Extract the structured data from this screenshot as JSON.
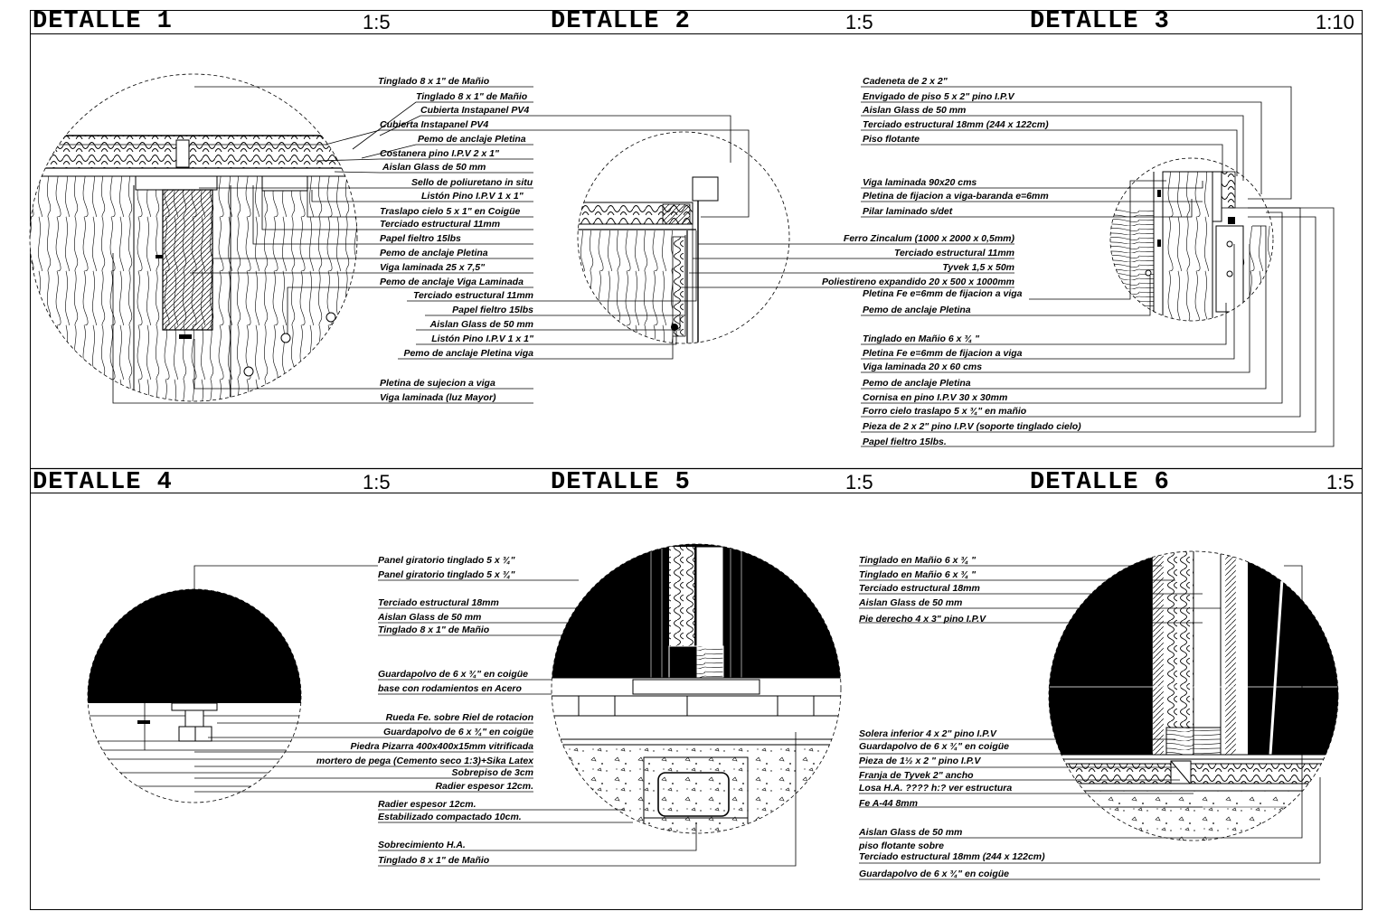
{
  "details": [
    {
      "title": "DETALLE 1",
      "scale": "1:5",
      "labels": [
        "Tinglado  8 x 1\" de Mañio",
        "Tinglado  8 x 1\" de Mañio",
        "Cubierta Instapanel PV4",
        "Cubierta Instapanel PV4",
        "Pemo de anclaje Pletina",
        "Costanera pino I.P.V 2 x 1\"",
        "Aislan Glass de 50 mm",
        "Sello de poliuretano in situ",
        "Listón  Pino  I.P.V 1 x 1\"",
        "Traslapo cielo 5 x 1\" en Coigüe",
        "Terciado estructural 11mm",
        "Papel fieltro 15lbs",
        "Pemo de anclaje Pletina",
        "Viga laminada 25 x 7,5\"",
        "Pemo de anclaje Viga Laminada",
        "Pletina de sujecion a viga",
        "Viga laminada (luz Mayor)"
      ]
    },
    {
      "title": "DETALLE 2",
      "scale": "1:5",
      "labels": [
        "Ferro Zincalum (1000 x 2000 x 0,5mm)",
        "Terciado estructural 11mm",
        "Tyvek  1,5 x 50m",
        "Poliestireno expandido 20 x 500 x 1000mm",
        "Terciado estructural 11mm",
        "Papel fieltro 15lbs",
        "Aislan Glass de 50 mm",
        "Listón  Pino  I.P.V 1 x 1\"",
        "Pemo de anclaje Pletina  viga"
      ]
    },
    {
      "title": "DETALLE 3",
      "scale": "1:10",
      "labels": [
        "Cadeneta de 2 x 2\"",
        "Envigado de piso 5 x 2\" pino I.P.V",
        "Aislan Glass de 50 mm",
        "Terciado estructural 18mm (244 x 122cm)",
        "Piso flotante",
        "Viga laminada 90x20 cms",
        "Pletina de fijacion a viga-baranda e=6mm",
        "Pilar laminado s/det",
        "Pletina Fe e=6mm de fijacion a viga",
        "Pemo de anclaje Pletina",
        "Tinglado en Mañio 6 x ¾ \"",
        "Pletina Fe e=6mm de fijacion a viga",
        "Viga laminada 20 x 60 cms",
        "Pemo de anclaje Pletina",
        "Cornisa en pino I.P.V 30 x 30mm",
        "Forro cielo traslapo 5 x ¾\" en mañio",
        "Pieza de 2 x 2\"  pino I.P.V (soporte tinglado cielo)",
        "Papel fieltro 15lbs."
      ]
    },
    {
      "title": "DETALLE 4",
      "scale": "1:5",
      "labels": [
        "Panel giratorio tinglado 5 x ¾\"",
        "Panel giratorio tinglado 5 x ¾\"",
        "Terciado estructural 18mm",
        "Aislan Glass de 50 mm",
        "Tinglado  8 x 1\" de Mañio",
        "Guardapolvo de 6 x ¾\" en coigüe",
        "base con rodamientos en Acero",
        "Rueda Fe. sobre Riel de rotacion",
        "Guardapolvo de 6 x ¾\" en coigüe",
        "Piedra Pizarra 400x400x15mm vitrificada",
        "mortero de pega (Cemento seco 1:3)+Sika Latex",
        "Sobrepiso de 3cm",
        "Radier espesor 12cm."
      ]
    },
    {
      "title": "DETALLE 5",
      "scale": "1:5",
      "labels": [
        "Radier espesor 12cm.",
        "Estabilizado compactado 10cm.",
        "Sobrecimiento H.A.",
        "Tinglado  8 x 1\" de Mañio"
      ]
    },
    {
      "title": "DETALLE 6",
      "scale": "1:5",
      "labels": [
        "Tinglado en Mañio 6 x ¾ \"",
        "Tinglado en Mañio 6 x ¾ \"",
        "Terciado estructural 18mm",
        "Aislan Glass de 50 mm",
        "Pie derecho 4 x 3\" pino I.P.V",
        "Solera inferior 4 x 2\" pino I.P.V",
        "Guardapolvo de 6 x ¾\" en coigüe",
        "Pieza de 1½ x 2 \" pino I.P.V",
        "Franja de Tyvek 2\" ancho",
        "Losa H.A. ???? h:? ver estructura",
        "Fe A-44 8mm",
        "Aislan Glass de 50 mm",
        "piso flotante sobre",
        "Terciado estructural 18mm (244 x 122cm)",
        "Guardapolvo de 6 x ¾\" en coigüe"
      ]
    }
  ]
}
